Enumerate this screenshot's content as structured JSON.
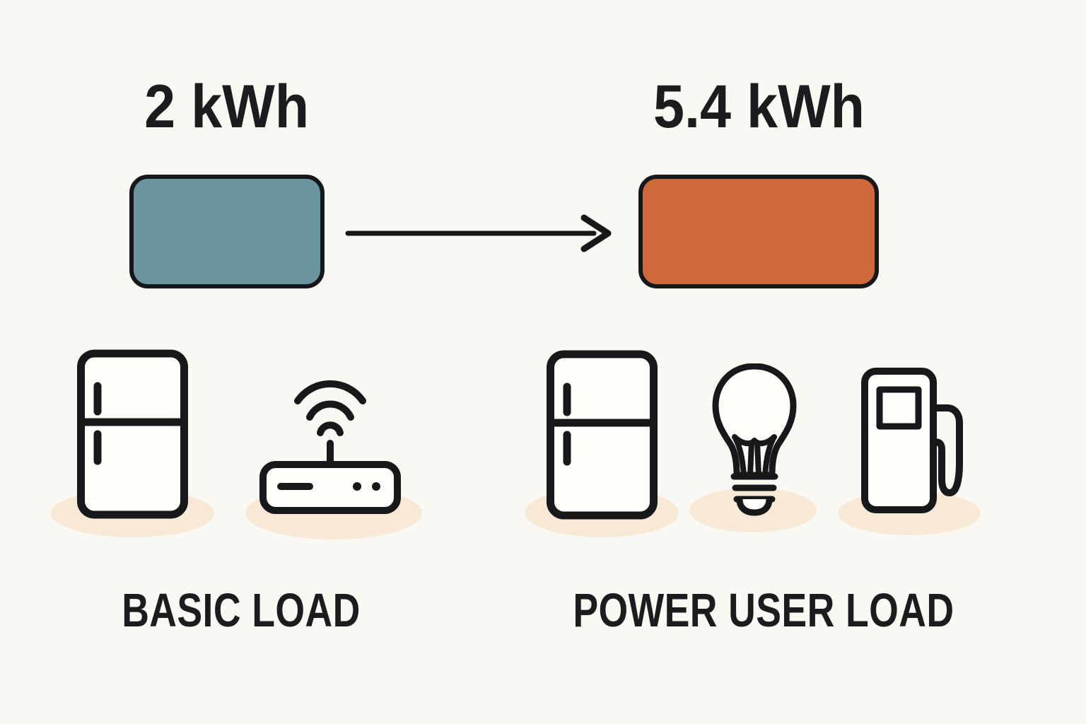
{
  "comparison": {
    "basic": {
      "value": "2 kWh",
      "caption": "BASIC LOAD",
      "appliances": [
        "refrigerator",
        "wifi-router"
      ]
    },
    "power": {
      "value": "5.4 kWh",
      "caption": "POWER USER LOAD",
      "appliances": [
        "refrigerator",
        "lightbulb",
        "ev-charger"
      ]
    }
  },
  "arrow": {
    "from": "basic",
    "to": "power",
    "direction": "right"
  },
  "icons": [
    "fridge-icon",
    "wifi-router-icon",
    "fridge-icon",
    "lightbulb-icon",
    "ev-charger-icon"
  ],
  "colors": {
    "background": "#faf8f3",
    "basic_box": "#6b96a1",
    "power_box": "#d0693a",
    "outline": "#17181a",
    "text": "#1b1c1e",
    "shadow": "#f7e9d5",
    "icon_fill": "#fffefb"
  }
}
